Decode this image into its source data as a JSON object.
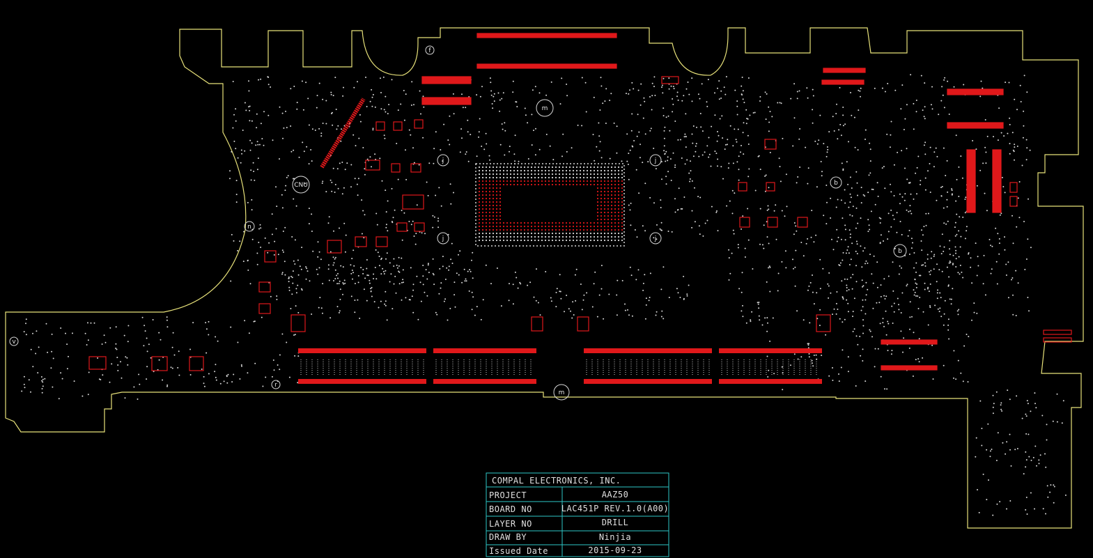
{
  "window": {
    "viewport_label": "PCB drill layer view"
  },
  "colors": {
    "background": "#000000",
    "outline": "#e8e27a",
    "component": "#e0181a",
    "drill": "#d8d8d8",
    "titleblock": "#2ec7c7",
    "label": "#e0e0e0"
  },
  "board": {
    "cpu_label": "CNU",
    "mounting_hole_labels": [
      "m",
      "m",
      "j",
      "j",
      "j",
      "j",
      "b",
      "b",
      "n",
      "r",
      "v",
      "f"
    ]
  },
  "title_block": {
    "company": "COMPAL ELECTRONICS, INC.",
    "rows": [
      {
        "label": "PROJECT",
        "value": "AAZ50"
      },
      {
        "label": "BOARD NO",
        "value": "LAC451P REV.1.0(A00)"
      },
      {
        "label": "LAYER NO",
        "value": "DRILL"
      },
      {
        "label": "DRAW BY",
        "value": "Ninjia"
      },
      {
        "label": "Issued Date",
        "value": "2015-09-23"
      }
    ]
  }
}
